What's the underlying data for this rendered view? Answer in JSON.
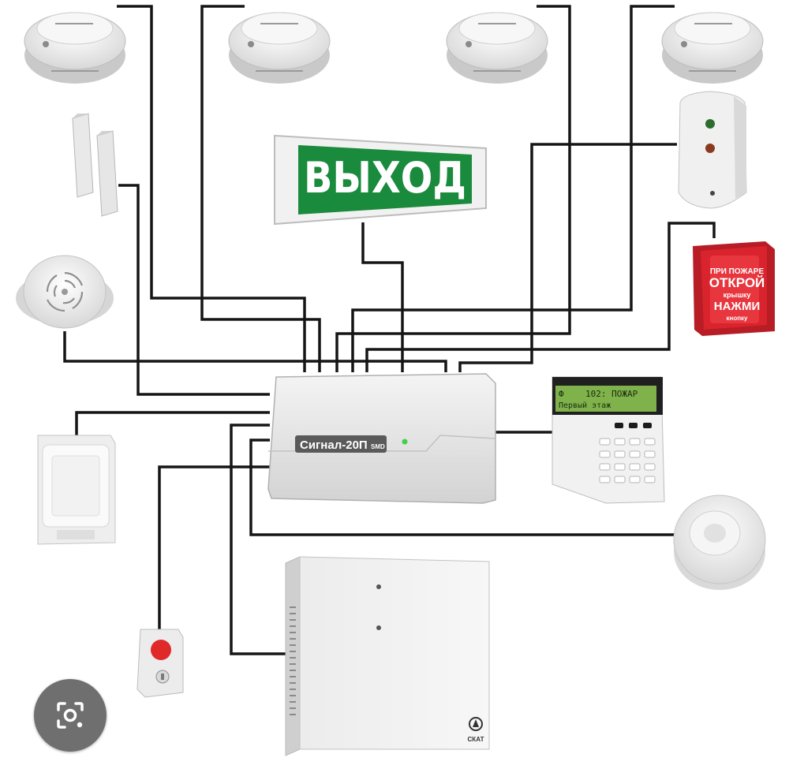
{
  "exit_sign": {
    "text": "ВЫХОД"
  },
  "control_panel": {
    "label": "Сигнал-20П",
    "label_suffix": "SMD"
  },
  "keypad": {
    "lcd_line1_left": "Ф",
    "lcd_line1_right": "102: ПОЖАР",
    "lcd_line2": "Первый этаж"
  },
  "call_point": {
    "line1": "ПРИ ПОЖАРЕ",
    "line2": "ОТКРОЙ",
    "line3": "крышку",
    "line4": "НАЖМИ",
    "line5": "кнопку"
  },
  "power_supply": {
    "brand": "СКАТ"
  },
  "lens": {
    "icon": "image-search-icon"
  },
  "colors": {
    "exit_green": "#1a8a3c",
    "call_point_red": "#d9232d",
    "lcd_green": "#7fb24a",
    "wire": "#151515"
  }
}
